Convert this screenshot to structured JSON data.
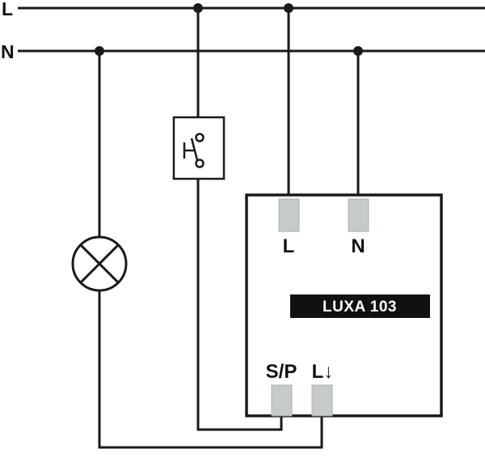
{
  "colors": {
    "background": "#ffffff",
    "wire": "#1a1a1a",
    "terminal_fill": "#c4cbca",
    "device_label_bg": "#111111",
    "device_label_text": "#ffffff"
  },
  "supply_lines": {
    "live_label": "L",
    "neutral_label": "N"
  },
  "components": {
    "lamp_symbol": "circle-with-cross-lamp",
    "switch_symbol": "push-button-normally-open"
  },
  "device": {
    "model": "LUXA 103",
    "terminals": {
      "top_left": "L",
      "top_right": "N",
      "bottom_left": "S/P",
      "bottom_right": "L↓"
    }
  }
}
